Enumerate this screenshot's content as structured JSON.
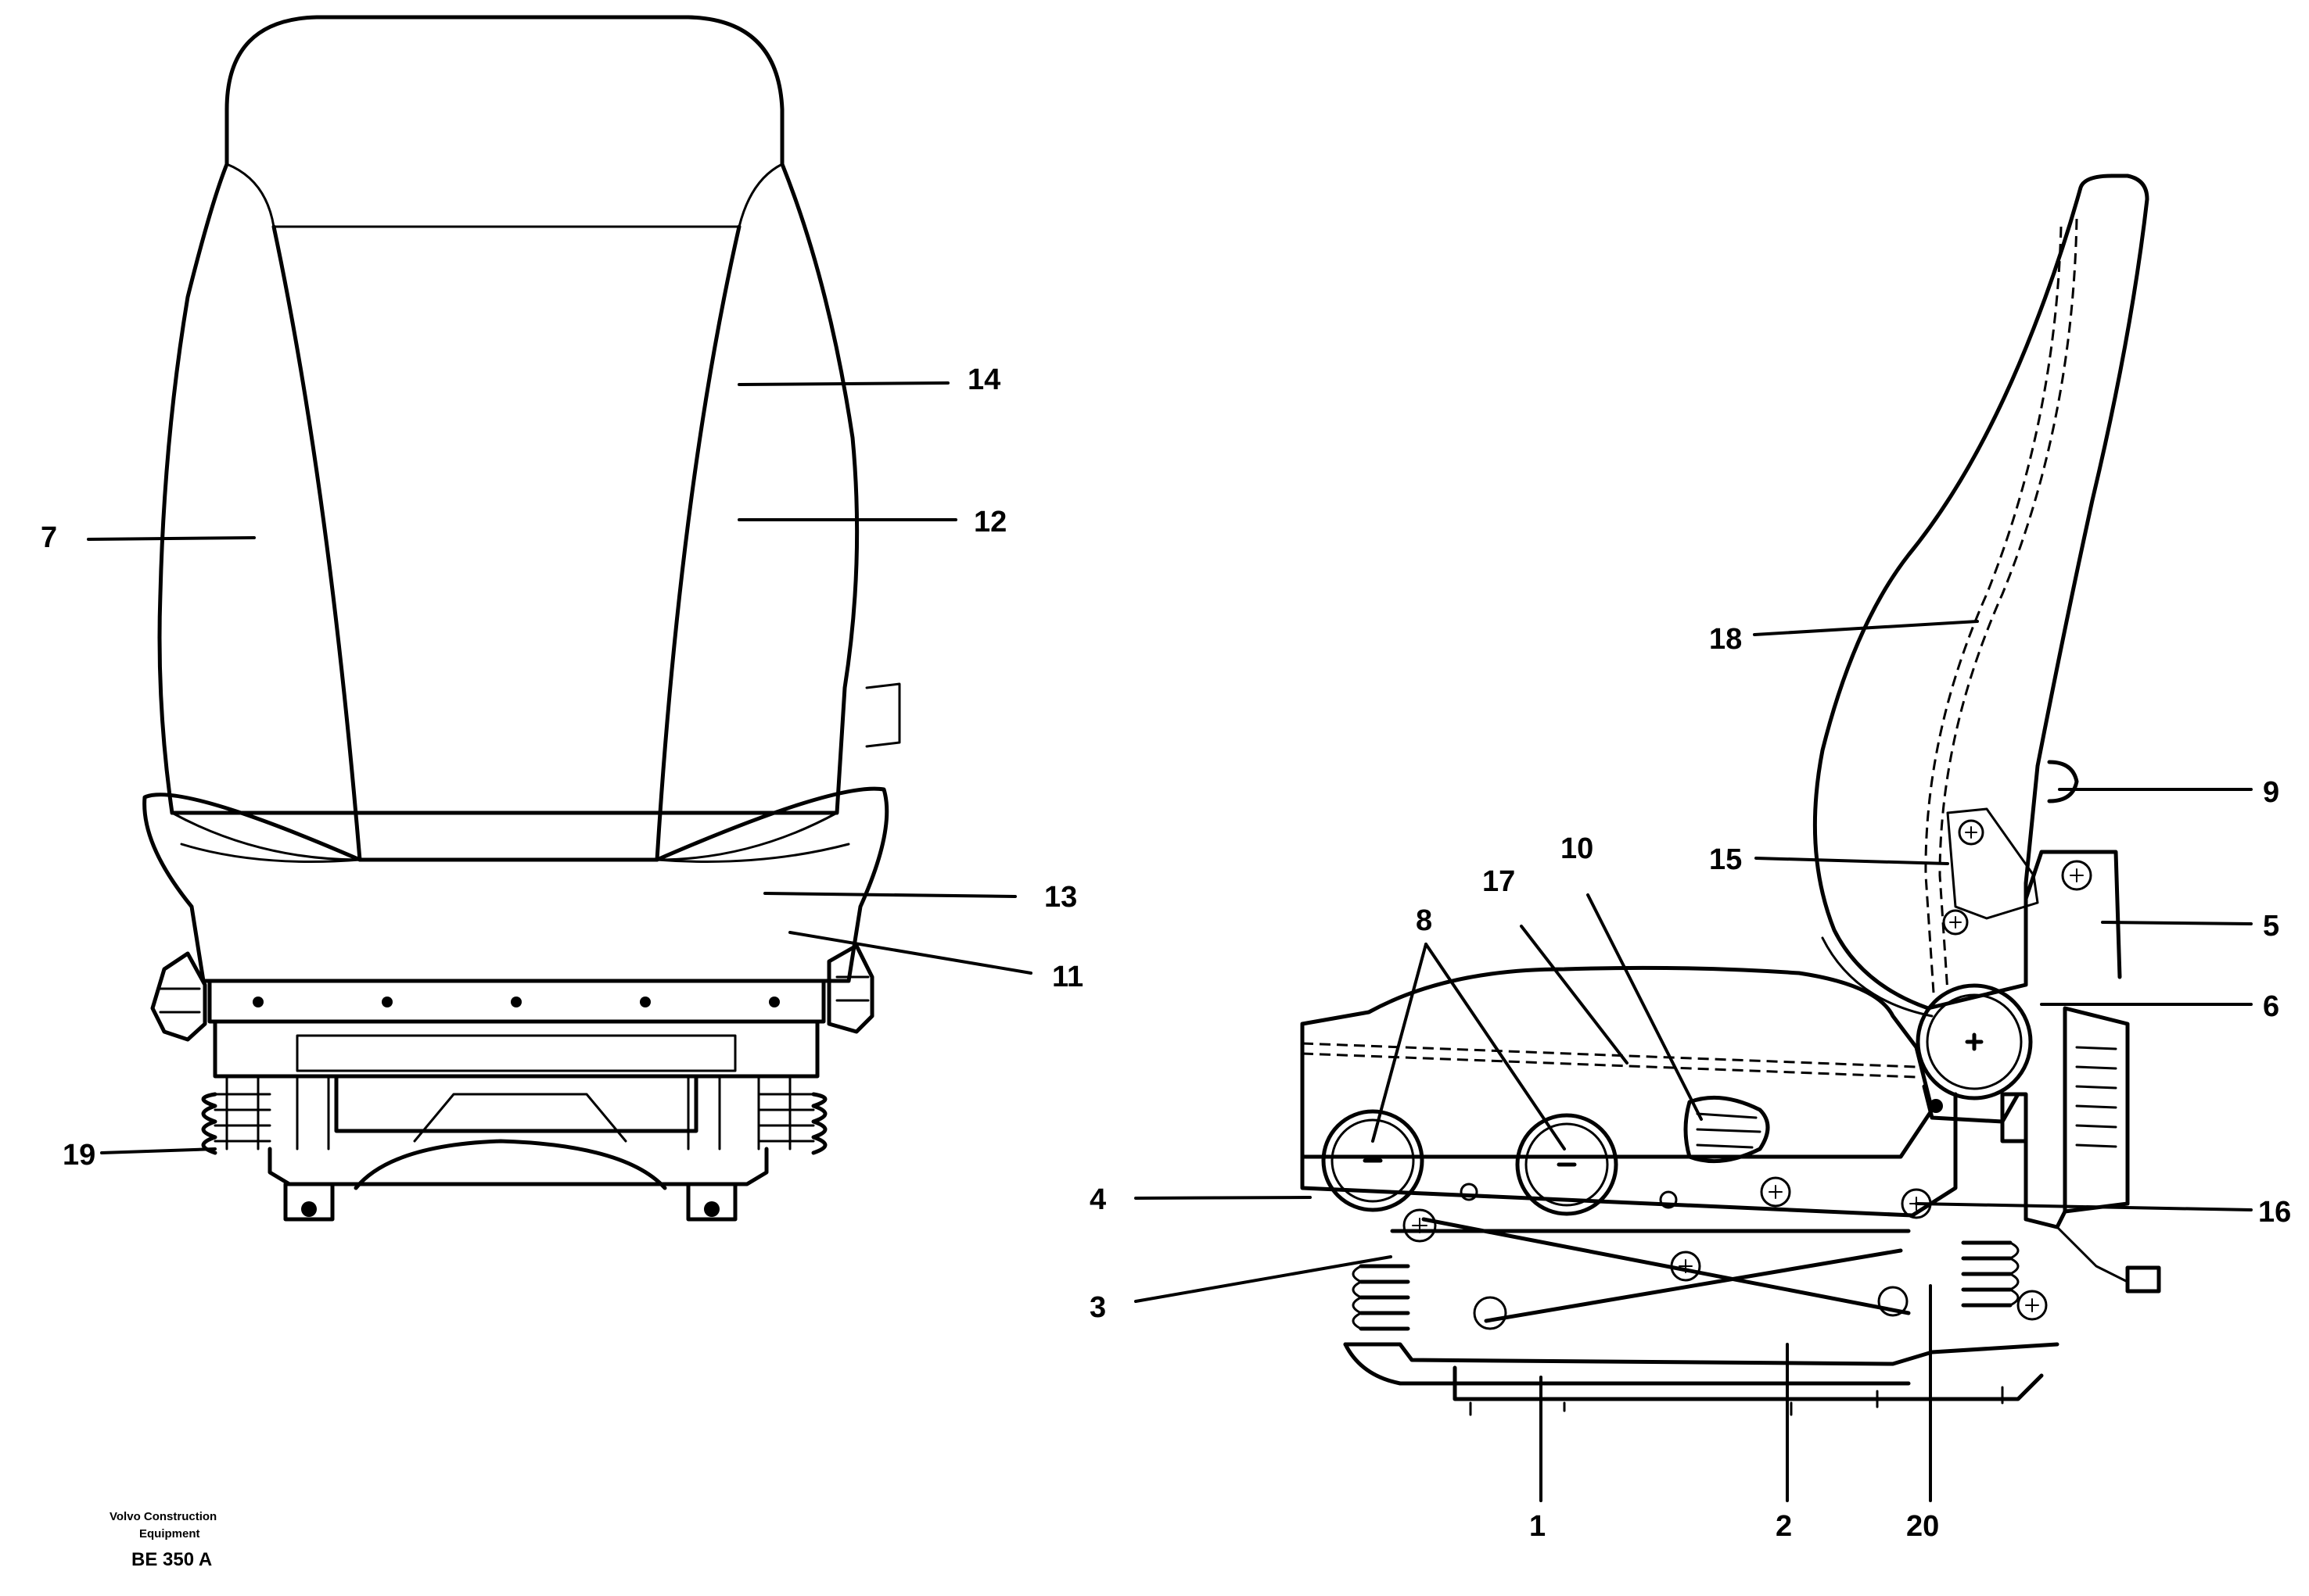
{
  "callouts": {
    "c1": "1",
    "c2": "2",
    "c3": "3",
    "c4": "4",
    "c5": "5",
    "c6": "6",
    "c7": "7",
    "c8": "8",
    "c9": "9",
    "c10": "10",
    "c11": "11",
    "c12": "12",
    "c13": "13",
    "c14": "14",
    "c15": "15",
    "c16": "16",
    "c17": "17",
    "c18": "18",
    "c19": "19",
    "c20": "20"
  },
  "footer": {
    "line1": "Volvo Construction",
    "line2": "Equipment",
    "code": "BE 350 A"
  }
}
